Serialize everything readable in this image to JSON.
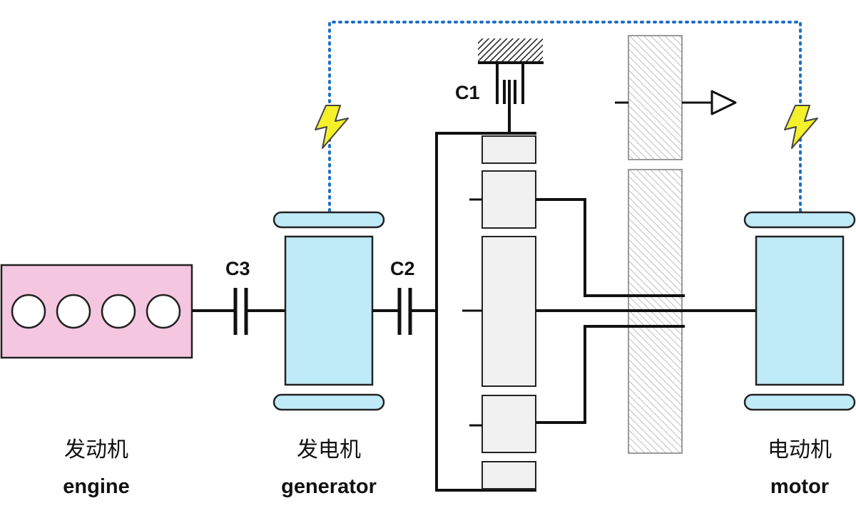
{
  "clutches": {
    "c1": "C1",
    "c2": "C2",
    "c3": "C3"
  },
  "components": {
    "engine": {
      "name_zh": "发动机",
      "name_en": "engine",
      "cylinders": 4,
      "fill": "#f5c6df"
    },
    "generator": {
      "name_zh": "发电机",
      "name_en": "generator",
      "fill": "#bfeaf8"
    },
    "motor": {
      "name_zh": "电动机",
      "name_en": "motor",
      "fill": "#bfeaf8"
    }
  },
  "watermark": "",
  "colors": {
    "electric_link": "#1f6fc8",
    "lightning": "#f4f02a",
    "gear_fill": "#f1f1f1",
    "shaft": "#111111",
    "output_gear": "#cccccc"
  },
  "icons": [
    "lightning-icon",
    "output-arrow-icon"
  ]
}
